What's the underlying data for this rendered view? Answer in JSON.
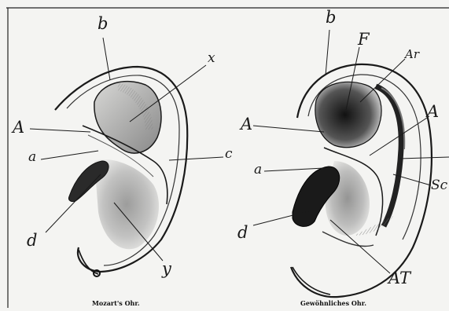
{
  "figures": [
    {
      "caption": "Mozart's Ohr.",
      "labels": {
        "b": "b",
        "x": "x",
        "A": "A",
        "a": "a",
        "c": "c",
        "d": "d",
        "y": "y"
      }
    },
    {
      "caption": "Gewöhnliches Ohr.",
      "labels": {
        "b": "b",
        "F": "F",
        "Ar": "Ar",
        "A_outer": "A",
        "A_inner": "A",
        "a": "a",
        "Sc": "Sc",
        "d": "d",
        "AT": "AT"
      }
    }
  ],
  "colors": {
    "paper": "#f4f4f2",
    "ink": "#1a1a1a"
  }
}
